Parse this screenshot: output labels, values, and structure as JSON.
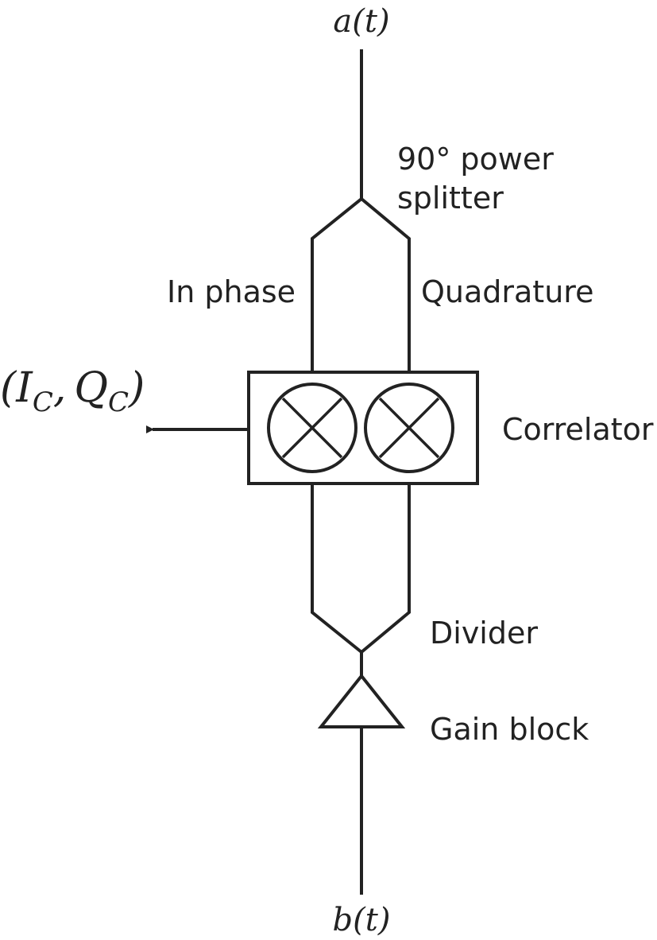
{
  "signals": {
    "input_top": "a(t)",
    "input_bottom": "b(t)",
    "output": "(I_C, Q_C)",
    "output_parts": {
      "open": "(",
      "i": "I",
      "i_sub": "C",
      "sep": ",",
      "q": "Q",
      "q_sub": "C",
      "close": ")"
    }
  },
  "labels": {
    "splitter_line1": "90° power",
    "splitter_line2": "splitter",
    "in_phase": "In phase",
    "quadrature": "Quadrature",
    "correlator": "Correlator",
    "divider": "Divider",
    "gain_block": "Gain block"
  },
  "colors": {
    "stroke": "#222222",
    "background": "#ffffff"
  },
  "icons": {
    "mixer_left": "multiplier-icon",
    "mixer_right": "multiplier-icon",
    "amplifier": "amplifier-triangle-icon",
    "output_arrow": "arrow-left-icon"
  }
}
